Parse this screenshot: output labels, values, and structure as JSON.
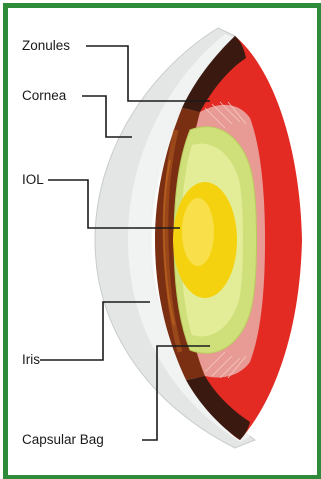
{
  "labels": {
    "zonules": "Zonules",
    "cornea": "Cornea",
    "iol": "IOL",
    "iris": "Iris",
    "capsular_bag": "Capsular Bag"
  },
  "colors": {
    "frame": "#2e8b3a",
    "cornea": "#e4e6e6",
    "sclera_red": "#e32b24",
    "iris": "#7a2f12",
    "iol": "#f5d20f",
    "capsular_bag": "#cfe07a",
    "zonules": "#e89a94"
  }
}
